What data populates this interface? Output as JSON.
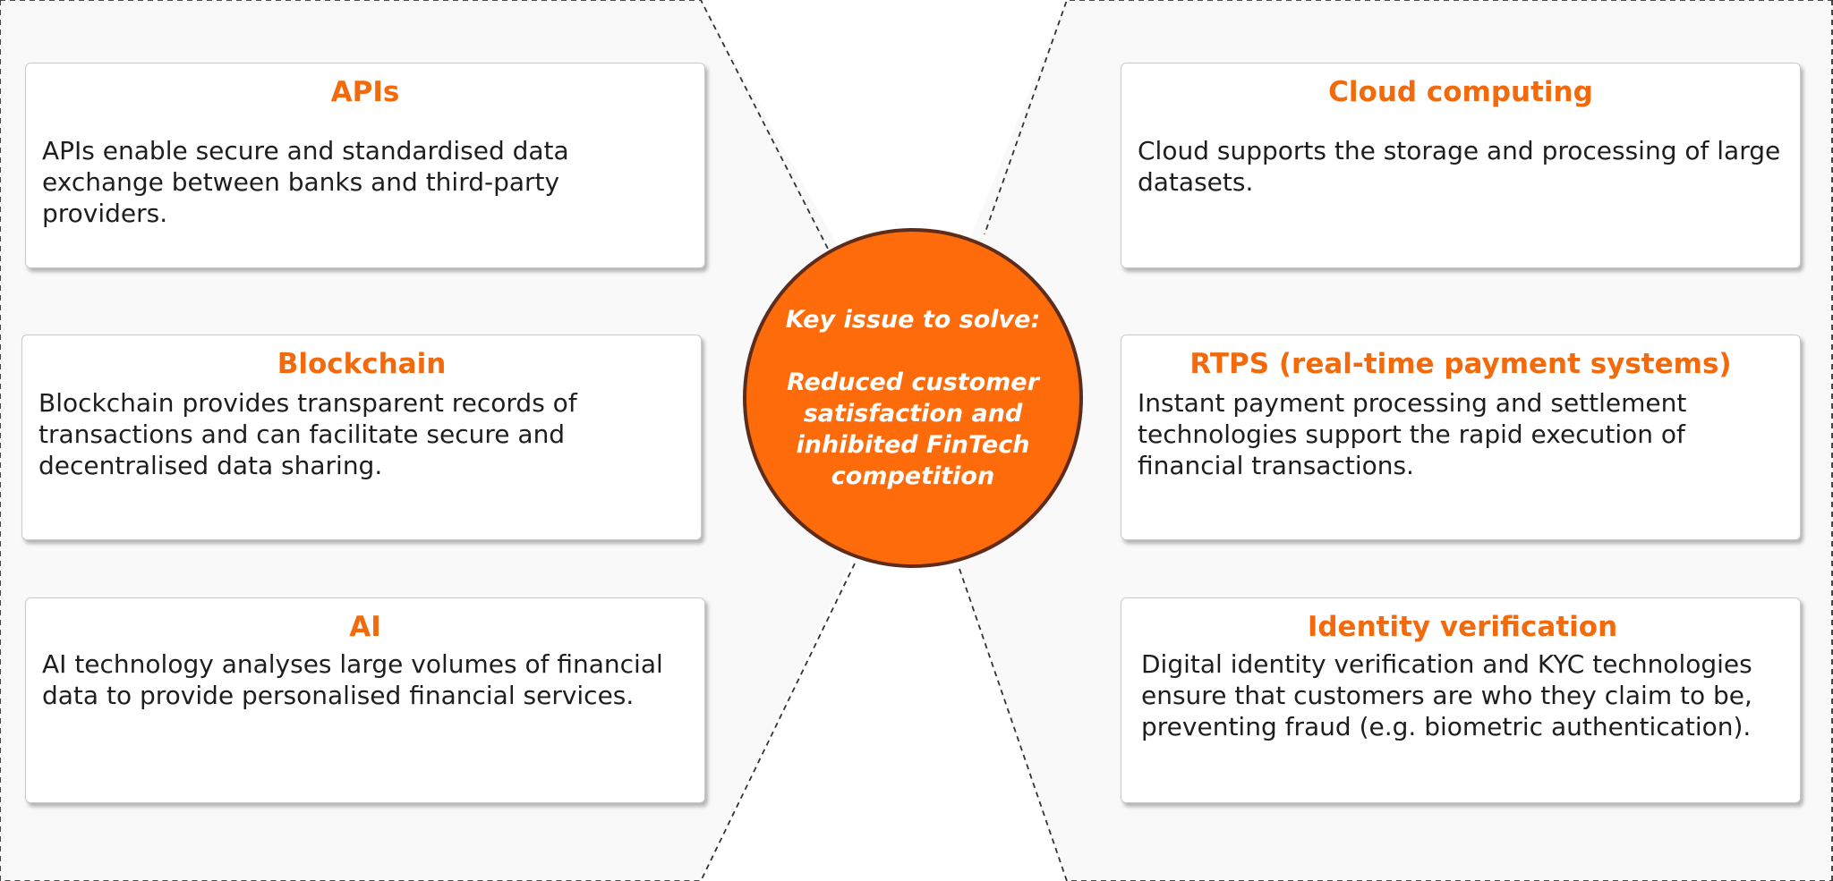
{
  "center": {
    "label": "Key issue to solve:",
    "issue": "Reduced customer satisfaction and inhibited FinTech competition"
  },
  "cards": {
    "apis": {
      "title": "APIs",
      "body": "APIs enable secure and standardised data exchange between banks and third-party providers."
    },
    "blockchain": {
      "title": "Blockchain",
      "body": "Blockchain provides transparent records of transactions and can facilitate secure and decentralised data sharing."
    },
    "ai": {
      "title": "AI",
      "body": "AI technology analyses large volumes of financial data to provide personalised financial services."
    },
    "cloud": {
      "title": "Cloud computing",
      "body": "Cloud supports the storage and processing of large datasets."
    },
    "rtps": {
      "title": "RTPS (real-time payment systems)",
      "body": "Instant payment processing and settlement technologies support the rapid execution of financial transactions."
    },
    "identity": {
      "title": "Identity verification",
      "body": "Digital identity verification and KYC technologies ensure that customers are who they claim to be, preventing fraud (e.g. biometric authentication)."
    }
  },
  "colors": {
    "accent": "#f26a0c",
    "circle_fill": "#fe6b0a",
    "circle_border": "#5e2c1b",
    "panel_fill": "#f9f9f9",
    "text": "#1e1e1e"
  }
}
